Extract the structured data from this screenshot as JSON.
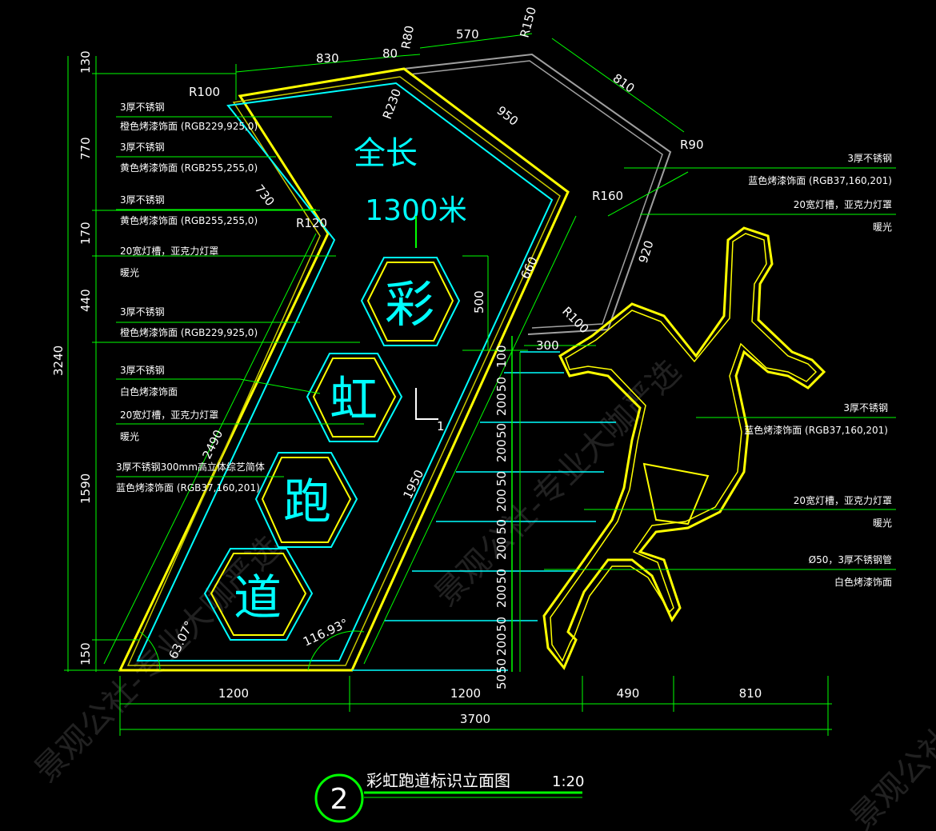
{
  "drawing": {
    "title": "彩虹跑道标识立面图",
    "scale": "1:20",
    "number": "2"
  },
  "sign": {
    "line1": "全长",
    "line2": "1300米",
    "chars": [
      "彩",
      "虹",
      "跑",
      "道"
    ],
    "marker": "1"
  },
  "dims": {
    "top": [
      "830",
      "80",
      "R80",
      "570",
      "R150",
      "810",
      "R90"
    ],
    "radii": [
      "R100",
      "R230",
      "R120",
      "R160",
      "R100"
    ],
    "diagonal": [
      "730",
      "950",
      "920",
      "660",
      "500",
      "300",
      "2490",
      "1950"
    ],
    "angles": [
      "63.07°",
      "116.93°"
    ],
    "left_total": "3240",
    "left": [
      "130",
      "770",
      "170",
      "440",
      "1590",
      "150"
    ],
    "steps": [
      "100",
      "50",
      "200",
      "50",
      "200",
      "50",
      "200",
      "50",
      "200",
      "50",
      "200",
      "50",
      "200",
      "50",
      "200",
      "50"
    ],
    "bottom": [
      "1200",
      "1200",
      "490",
      "810"
    ],
    "bottom_total": "3700"
  },
  "notes_left": [
    [
      "3厚不锈钢",
      "橙色烤漆饰面 (RGB229,925,0)"
    ],
    [
      "3厚不锈钢",
      "黄色烤漆饰面 (RGB255,255,0)"
    ],
    [
      "3厚不锈钢",
      "黄色烤漆饰面 (RGB255,255,0)"
    ],
    [
      "20宽灯槽，亚克力灯罩",
      "暖光"
    ],
    [
      "3厚不锈钢",
      "橙色烤漆饰面 (RGB229,925,0)"
    ],
    [
      "3厚不锈钢",
      "白色烤漆饰面"
    ],
    [
      "20宽灯槽，亚克力灯罩",
      "暖光"
    ],
    [
      "3厚不锈钢300mm高立体综艺简体",
      "蓝色烤漆饰面 (RGB37,160,201)"
    ]
  ],
  "notes_right": [
    [
      "3厚不锈钢",
      "蓝色烤漆饰面 (RGB37,160,201)"
    ],
    [
      "20宽灯槽，亚克力灯罩",
      "暖光"
    ],
    [
      "3厚不锈钢",
      "蓝色烤漆饰面 (RGB37,160,201)"
    ],
    [
      "20宽灯槽，亚克力灯罩",
      "暖光"
    ],
    [
      "Ø50，3厚不锈钢管",
      "白色烤漆饰面"
    ]
  ],
  "watermark": [
    "景观公社-专业大咖严选"
  ],
  "colors": {
    "bg": "#000000",
    "dim": "#00ff00",
    "yellow": "#ffff00",
    "cyan": "#00ffff",
    "gray": "#a0a0a0"
  }
}
